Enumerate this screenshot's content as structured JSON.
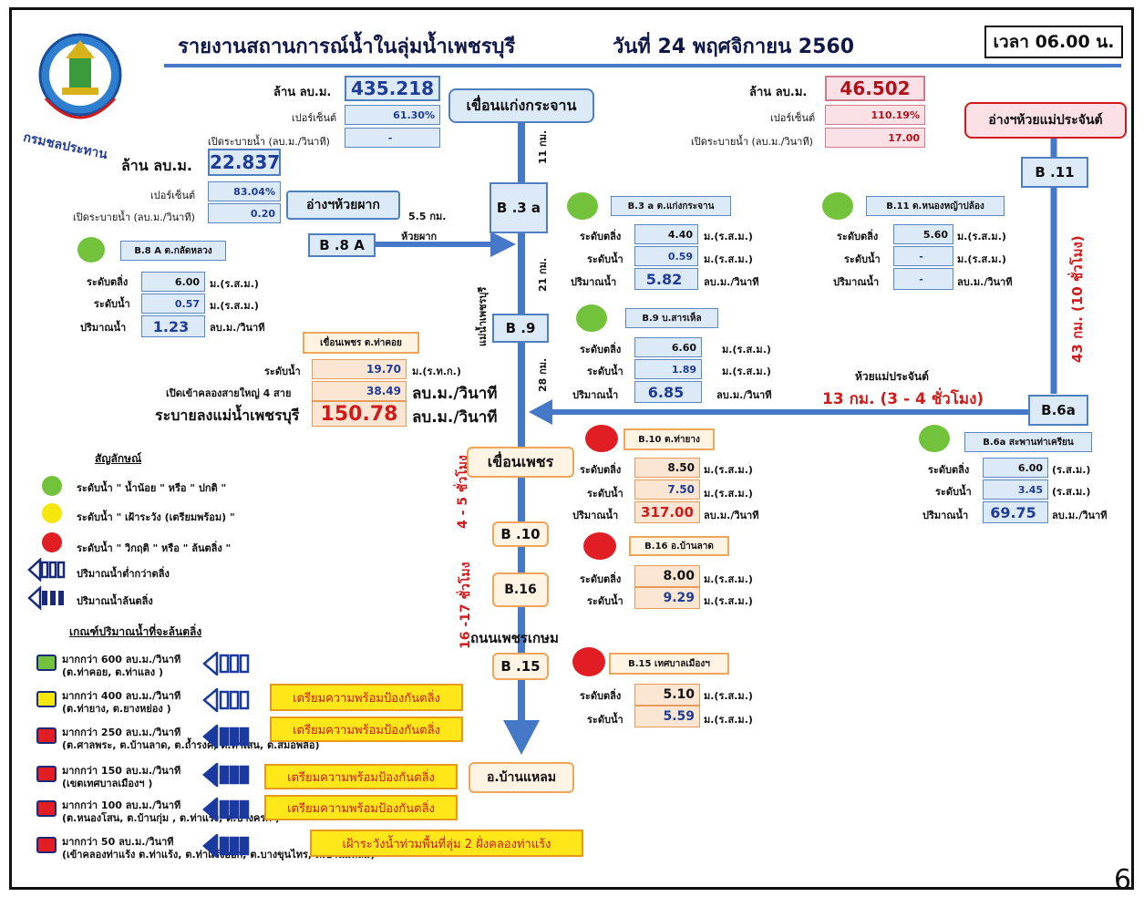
{
  "header": {
    "title": "รายงานสถานการณ์น้ำในลุ่มน้ำเพชรบุรี",
    "date": "วันที่  24 พฤศจิกายน 2560",
    "time": "เวลา 06.00 น.",
    "logo_text": "กรมชลประทาน",
    "page_number": "6"
  },
  "kaeng_krachan": {
    "name": "เขื่อนแก่งกระจาน",
    "unit_label": "ล้าน ลบ.ม.",
    "volume": "435.218",
    "percent_label": "เปอร์เซ็นต์",
    "percent": "61.30%",
    "release_label": "เปิดระบายน้ำ (ลบ.ม./วินาที)",
    "release": "-"
  },
  "huai_mae_prachan": {
    "name": "อ่างฯห้วยแม่ประจันต์",
    "unit_label": "ล้าน ลบ.ม.",
    "volume": "46.502",
    "percent_label": "เปอร์เซ็นต์",
    "percent": "110.19%",
    "release_label": "เปิดระบายน้ำ (ลบ.ม./วินาที)",
    "release": "17.00"
  },
  "huai_phak": {
    "name": "อ่างฯห้วยผาก",
    "unit_label": "ล้าน ลบ.ม.",
    "volume": "22.837",
    "percent_label": "เปอร์เซ็นต์",
    "percent": "83.04%",
    "release_label": "เปิดระบายน้ำ (ลบ.ม./วินาที)",
    "release": "0.20",
    "distance": "5.5 กม.",
    "stream": "ห้วยผาก"
  },
  "nodes": {
    "b3a": "B .3 a",
    "b8a": "B .8 A",
    "b9": "B .9",
    "b11": "B .11",
    "b6a": "B.6a",
    "b10": "B .10",
    "b16": "B.16",
    "b15": "B .15",
    "phetchaburi_dam": "เขื่อนเพชร",
    "ban_laem": "อ.บ้านแหลม"
  },
  "river": {
    "d11": "11 กม.",
    "d21": "21 กม.",
    "d28": "28 กม.",
    "name": "แม่น้ำเพชรบุรี",
    "t45": "4 - 5 ชั่วโมง",
    "t1617": "16 -17 ชั่วโมง",
    "road": "ถนนเพชรเกษม",
    "right_dist": "43 กม. (10 ชั่วโมง)",
    "trib_name": "ห้วยแม่ประจันต์",
    "trib_dist": "13 กม. (3 - 4 ชั่วโมง)"
  },
  "labels": {
    "bank": "ระดับตลิ่ง",
    "level": "ระดับน้ำ",
    "flow": "ปริมาณน้ำ",
    "msl": "ม.(ร.ส.ม.)",
    "msl2": "ม.(ร.ส.ม.)",
    "cms": "ลบ.ม./วินาที",
    "msl_short": "(ร.ส.ม.)"
  },
  "stations": {
    "b8a": {
      "title": "B.8 A  ต.กลัดหลวง",
      "bank": "6.00",
      "level": "0.57",
      "flow": "1.23"
    },
    "b3a": {
      "title": "B.3 a  ต.แก่งกระจาน",
      "bank": "4.40",
      "level": "0.59",
      "flow": "5.82"
    },
    "b11": {
      "title": "B.11  ต.หนองหญ้าปล้อง",
      "bank": "5.60",
      "level": "-",
      "flow": "-"
    },
    "b9": {
      "title": "B.9  บ.สารเห็ล",
      "bank": "6.60",
      "level": "1.89",
      "flow": "6.85"
    },
    "b10": {
      "title": "B.10  ต.ท่ายาง",
      "bank": "8.50",
      "level": "7.50",
      "flow": "317.00"
    },
    "b6a": {
      "title": "B.6a  สะพานท่าเครียน",
      "bank": "6.00",
      "level": "3.45",
      "flow": "69.75"
    },
    "b16": {
      "title": "B.16  อ.บ้านลาด",
      "bank": "8.00",
      "level": "9.29"
    },
    "b15": {
      "title": "B.15  เทศบาลเมืองฯ",
      "bank": "5.10",
      "level": "5.59"
    }
  },
  "dam_phetch": {
    "title": "เขื่อนเพชร ต.ท่าคอย",
    "level_label": "ระดับน้ำ",
    "level": "19.70",
    "level_unit": "ม.(ร.ท.ก.)",
    "canal_label": "เปิดเข้าคลองสายใหญ่ 4 สาย",
    "canal": "38.49",
    "canal_unit": "ลบ.ม./วินาที",
    "river_label": "ระบายลงแม่น้ำเพชรบุรี",
    "river": "150.78",
    "river_unit": "ลบ.ม./วินาที"
  },
  "legend": {
    "title": "สัญลักษณ์",
    "green": "ระดับน้ำ \" น้ำน้อย \" หรือ \" ปกติ \"",
    "yellow": "ระดับน้ำ \" เฝ้าระวัง (เตรียมพร้อม) \"",
    "red": "ระดับน้ำ \" วิกฤติ \" หรือ \" ล้นตลิ่ง \"",
    "below": "ปริมาณน้ำต่ำกว่าตลิ่ง",
    "over": "ปริมาณน้ำล้นตลิ่ง"
  },
  "criteria": {
    "title": "เกณฑ์ปริมาณน้ำที่จะล้นตลิ่ง",
    "items": [
      {
        "line1": "มากกว่า 600 ลบ.ม./วินาที",
        "line2": "(ต.ท่าคอย, ต.ท่าแลง )",
        "color": "#72c23c",
        "filled": false
      },
      {
        "line1": "มากกว่า 400 ลบ.ม./วินาที",
        "line2": "(ต.ท่ายาง,  ต.ยางหย่อง )",
        "color": "#f5e60c",
        "filled": false
      },
      {
        "line1": "มากกว่า 250 ลบ.ม./วินาที",
        "line2": "(ต.ศาลพระ, ต.บ้านลาด, ต.ถ้ำรงค์, ต.ท่าเสน, ต.สมอพลือ)",
        "color": "#e01e24",
        "filled": true
      },
      {
        "line1": "มากกว่า 150 ลบ.ม./วินาที",
        "line2": "(เขตเทศบาลเมืองฯ )",
        "color": "#e01e24",
        "filled": true
      },
      {
        "line1": "มากกว่า 100 ลบ.ม./วินาที",
        "line2": "(ต.หนองโสน, ต.บ้านกุ่ม , ต.ท่าแร้ง, ต.บางครก )",
        "color": "#e01e24",
        "filled": true
      },
      {
        "line1": "มากกว่า 50 ลบ.ม./วินาที",
        "line2": "(เข้าคลองท่าแร้ง ต.ท่าแร้ง, ต.ท่าแร้งออก, ต.บางขุนไทร, ต.บ้านแหลม)",
        "color": "#e01e24",
        "filled": true
      }
    ],
    "alerts": [
      "เตรียมความพร้อมป้องกันตลิ่ง",
      "เตรียมความพร้อมป้องกันตลิ่ง",
      "เตรียมความพร้อมป้องกันตลิ่ง",
      "เตรียมความพร้อมป้องกันตลิ่ง",
      "เฝ้าระวังน้ำท่วมพื้นที่ลุ่ม 2 ฝั่งคลองท่าแร้ง"
    ]
  }
}
